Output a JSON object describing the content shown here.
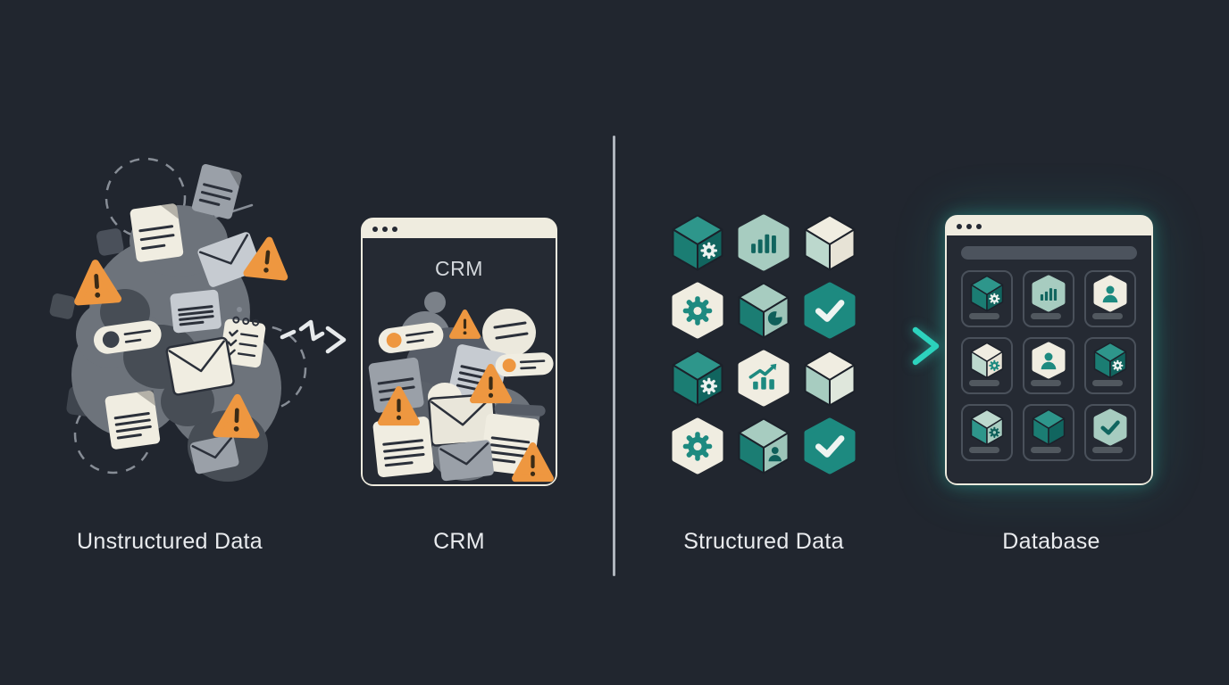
{
  "sections": {
    "unstructured": {
      "label": "Unstructured Data"
    },
    "crm": {
      "label": "CRM",
      "window_title": "CRM"
    },
    "structured": {
      "label": "Structured Data"
    },
    "database": {
      "label": "Database"
    }
  },
  "colors": {
    "bg": "#21262f",
    "label": "#e9ebee",
    "divider": "#b6bcc4",
    "chrome": "#efecdf",
    "window_body": "#252a33",
    "window_dot": "#242933",
    "accent_teal": "#2ed3be",
    "orange": "#ee9740",
    "warning_ink": "#3a2b16",
    "ink": "#2b303a",
    "cream": "#f0ede1",
    "gray_blob": "#6d737b",
    "gray_dark": "#474d55",
    "gray_doc": "#9aa0a8",
    "gray_light": "#c6cbd1",
    "card_border": "#4a515b",
    "pill_gray": "#51585f",
    "search_bar": "#4c535d",
    "zigzag_arrow": "#e7eaec",
    "dash_stroke": "#878d96"
  },
  "palettes": {
    "cubeTeal": {
      "top": "#2e968b",
      "left": "#1b7d73",
      "right": "#11655f",
      "glyph": "#edf3f0"
    },
    "cubeCream": {
      "top": "#f0ede1",
      "left": "#bcd8cd",
      "right": "#e7e3d6",
      "glyph": "#1d8a80"
    },
    "cubeCream2": {
      "top": "#f0ede1",
      "left": "#a7ccc0",
      "right": "#dfe7dc",
      "glyph": "#1d8a80"
    },
    "cubeMixed": {
      "top": "#a7ccc0",
      "left": "#1b7d73",
      "right": "#9cc4b8",
      "glyph": "#0f5f5a"
    },
    "cubePale": {
      "top": "#bcd8cd",
      "left": "#2e968b",
      "right": "#a7ccc0",
      "glyph": "#0f5f5a"
    },
    "hexPale": {
      "fill": "#a7ccc0",
      "glyph": "#11655f"
    },
    "hexCream": {
      "fill": "#f0ede1",
      "glyph": "#1d8a80"
    },
    "hexTeal": {
      "fill": "#1d8a80",
      "glyph": "#eef4f1"
    }
  },
  "structured_grid": {
    "rows": 4,
    "cols": 3,
    "cells": [
      {
        "shape": "cube",
        "palette": "cubeTeal",
        "icon": "gear"
      },
      {
        "shape": "hex",
        "palette": "hexPale",
        "icon": "bars"
      },
      {
        "shape": "cube",
        "palette": "cubeCream",
        "icon": "none"
      },
      {
        "shape": "hex",
        "palette": "hexCream",
        "icon": "gear"
      },
      {
        "shape": "cube",
        "palette": "cubeMixed",
        "icon": "pie"
      },
      {
        "shape": "hex",
        "palette": "hexTeal",
        "icon": "check"
      },
      {
        "shape": "cube",
        "palette": "cubeTeal",
        "icon": "gear"
      },
      {
        "shape": "hex",
        "palette": "hexCream",
        "icon": "trend"
      },
      {
        "shape": "cube",
        "palette": "cubeCream2",
        "icon": "none"
      },
      {
        "shape": "hex",
        "palette": "hexCream",
        "icon": "gear"
      },
      {
        "shape": "cube",
        "palette": "cubeMixed",
        "icon": "person"
      },
      {
        "shape": "hex",
        "palette": "hexTeal",
        "icon": "check"
      }
    ]
  },
  "database_window": {
    "rows": 3,
    "cols": 3,
    "cards": [
      {
        "shape": "cube",
        "palette": "cubeTeal",
        "icon": "gear"
      },
      {
        "shape": "hex",
        "palette": "hexPale",
        "icon": "bars"
      },
      {
        "shape": "hex",
        "palette": "hexCream",
        "icon": "person"
      },
      {
        "shape": "cube",
        "palette": "cubeCream",
        "icon": "gear"
      },
      {
        "shape": "hex",
        "palette": "hexCream",
        "icon": "person"
      },
      {
        "shape": "cube",
        "palette": "cubeTeal",
        "icon": "gear"
      },
      {
        "shape": "cube",
        "palette": "cubePale",
        "icon": "gear"
      },
      {
        "shape": "cube",
        "palette": "cubeTeal",
        "icon": "none"
      },
      {
        "shape": "hex",
        "palette": "hexPale",
        "icon": "check"
      }
    ]
  },
  "decorative_icons": [
    "document-icon",
    "envelope-icon",
    "warning-icon",
    "checklist-icon",
    "record-pill-icon",
    "person-icon",
    "bucket-icon",
    "blob-shape",
    "dashed-circle-icon",
    "square-shard-icon",
    "zigzag-arrow-icon",
    "flow-arrow-icon",
    "window-dot-icon",
    "gear-icon",
    "bar-chart-icon",
    "trend-chart-icon",
    "pie-chart-icon",
    "check-icon",
    "person-glyph-icon",
    "cube-icon",
    "hexagon-icon"
  ]
}
